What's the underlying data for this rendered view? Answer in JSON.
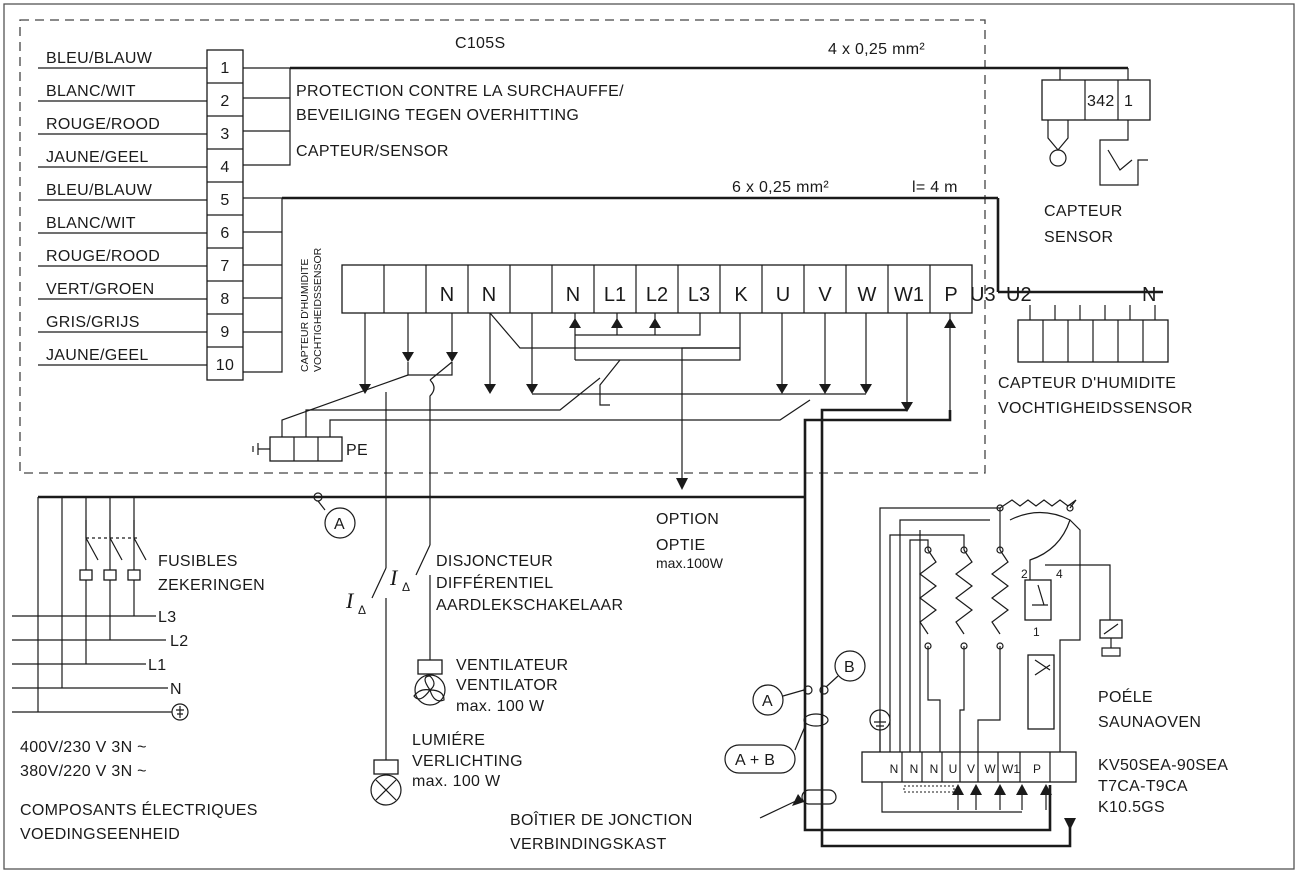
{
  "wire_colors": [
    "BLEU/BLAUW",
    "BLANC/WIT",
    "ROUGE/ROOD",
    "JAUNE/GEEL",
    "BLEU/BLAUW",
    "BLANC/WIT",
    "ROUGE/ROOD",
    "VERT/GROEN",
    "GRIS/GRIJS",
    "JAUNE/GEEL"
  ],
  "terminal_numbers": [
    "1",
    "2",
    "3",
    "4",
    "5",
    "6",
    "7",
    "8",
    "9",
    "10"
  ],
  "unit_name": "C105S",
  "cable_1": "4 x 0,25 mm²",
  "cable_2": "6 x 0,25 mm²",
  "cable_2_length": "l= 4 m",
  "overheat_line1": "PROTECTION CONTRE LA SURCHAUFFE/",
  "overheat_line2": "BEVEILIGING TEGEN OVERHITTING",
  "sensor_label": "CAPTEUR/SENSOR",
  "humidity_vertical_1": "CAPTEUR D'HUMIDITE",
  "humidity_vertical_2": "VOCHTIGHEIDSSENSOR",
  "terminal_strip": [
    "",
    "",
    "N",
    "N",
    "",
    "N",
    "L1",
    "L2",
    "L3",
    "K",
    "U",
    "V",
    "W",
    "W1",
    "P"
  ],
  "extra_labels": [
    "U3",
    "U2",
    "N"
  ],
  "sensor_box": [
    "342",
    "1"
  ],
  "sensor_caption_1": "CAPTEUR",
  "sensor_caption_2": "SENSOR",
  "humidity_caption_1": "CAPTEUR D'HUMIDITE",
  "humidity_caption_2": "VOCHTIGHEIDSSENSOR",
  "pe_label": "PE",
  "supply_lines": [
    "L3",
    "L2",
    "L1",
    "N"
  ],
  "fuses_1": "FUSIBLES",
  "fuses_2": "ZEKERINGEN",
  "point_a": "A",
  "point_b": "B",
  "point_ab": "A + B",
  "delta_symbol": "I",
  "delta_sub": "Δ",
  "rcd_1": "DISJONCTEUR",
  "rcd_2": "DIFFÉRENTIEL",
  "rcd_3": "AARDLEKSCHAKELAAR",
  "option_1": "OPTION",
  "option_2": "OPTIE",
  "option_3": "max.100W",
  "fan_1": "VENTILATEUR",
  "fan_2": "VENTILATOR",
  "fan_3": "max. 100 W",
  "light_1": "LUMIÉRE",
  "light_2": "VERLICHTING",
  "light_3": "max. 100 W",
  "voltage_1": "400V/230 V 3N ~",
  "voltage_2": "380V/220 V 3N ~",
  "components_1": "COMPOSANTS ÉLECTRIQUES",
  "components_2": "VOEDINGSEENHEID",
  "junction_1": "BOÎTIER DE JONCTION",
  "junction_2": "VERBINDINGSKAST",
  "stove_1": "POÉLE",
  "stove_2": "SAUNAOVEN",
  "stove_models": [
    "KV50SEA-90SEA",
    "T7CA-T9CA",
    "K10.5GS"
  ],
  "stove_terminals": [
    "N",
    "N",
    "N",
    "U",
    "V",
    "W",
    "W1",
    "P"
  ],
  "relay_pins": [
    "2",
    "4",
    "1"
  ]
}
